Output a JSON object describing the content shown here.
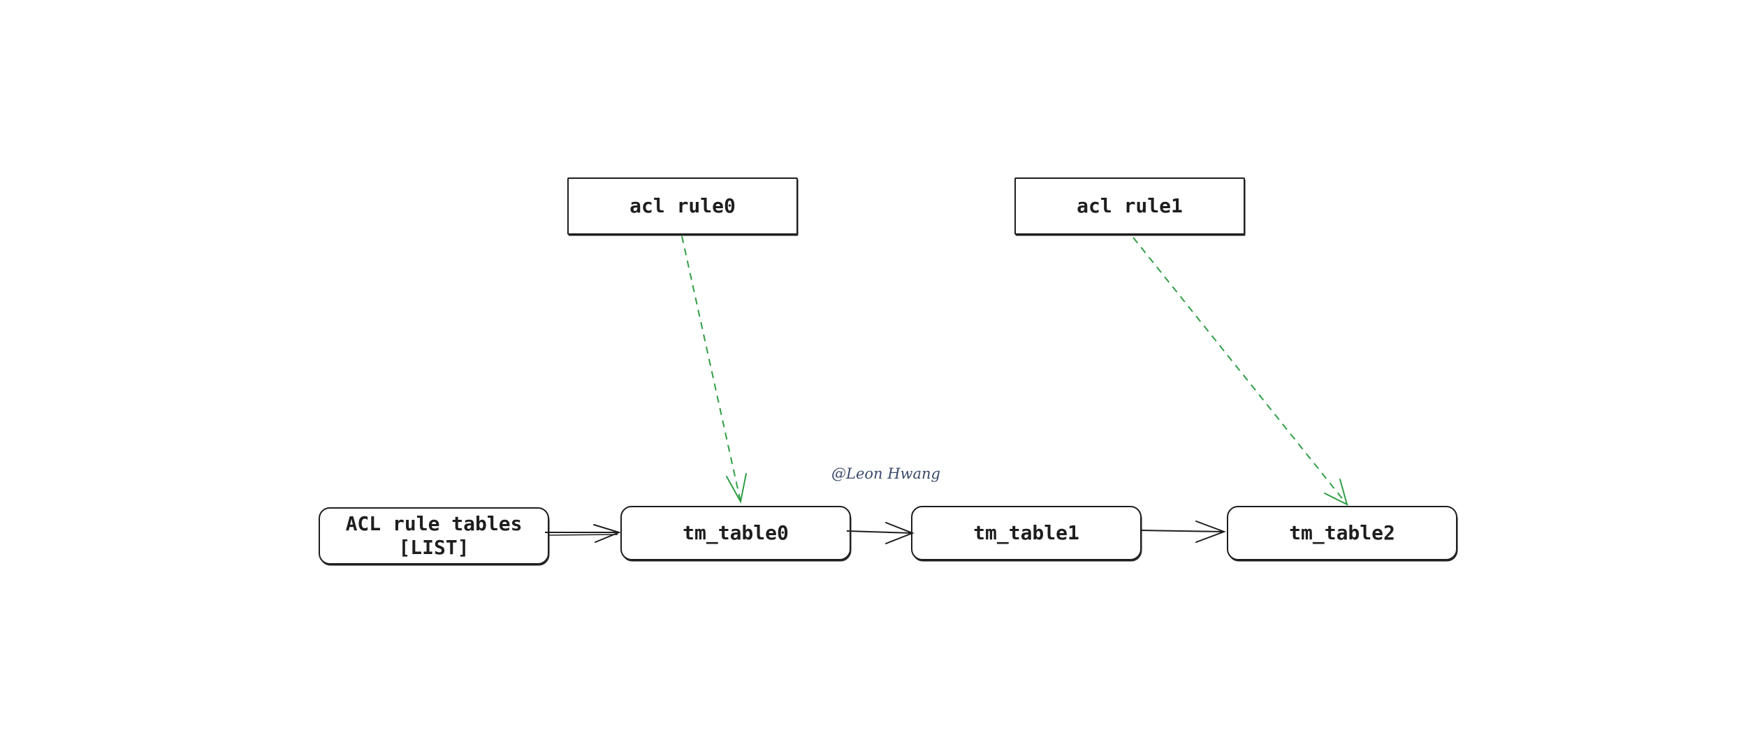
{
  "diagram": {
    "nodes": {
      "acl_rule0": "acl rule0",
      "acl_rule1": "acl rule1",
      "acl_rule_tables": "ACL rule tables\n[LIST]",
      "tm_table0": "tm_table0",
      "tm_table1": "tm_table1",
      "tm_table2": "tm_table2"
    },
    "edges": [
      {
        "from": "acl_rule_tables",
        "to": "tm_table0",
        "style": "solid"
      },
      {
        "from": "tm_table0",
        "to": "tm_table1",
        "style": "solid"
      },
      {
        "from": "tm_table1",
        "to": "tm_table2",
        "style": "solid"
      },
      {
        "from": "acl_rule0",
        "to": "tm_table0",
        "style": "dashed"
      },
      {
        "from": "acl_rule1",
        "to": "tm_table2",
        "style": "dashed"
      }
    ],
    "colors": {
      "stroke": "#1e1e1e",
      "dashed_edge": "#2f9e44",
      "signature": "#3b4a6b"
    },
    "signature": "@Leon Hwang"
  }
}
